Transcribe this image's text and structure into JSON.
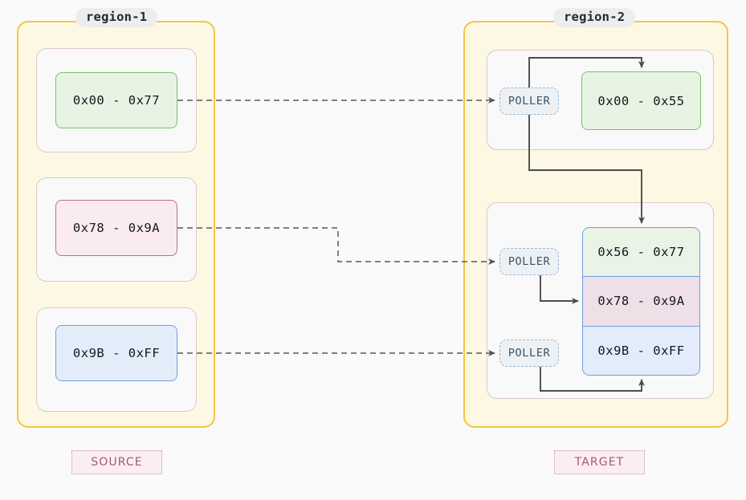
{
  "regions": [
    {
      "label": "region-1",
      "role": "source"
    },
    {
      "label": "region-2",
      "role": "target"
    }
  ],
  "source": {
    "blocks": [
      {
        "range": "0x00 - 0x77",
        "color": "green"
      },
      {
        "range": "0x78 - 0x9A",
        "color": "pink"
      },
      {
        "range": "0x9B - 0xFF",
        "color": "blue"
      }
    ]
  },
  "target": {
    "poller_label": "POLLER",
    "pollers": [
      {
        "label": "POLLER"
      },
      {
        "label": "POLLER"
      },
      {
        "label": "POLLER"
      }
    ],
    "top_block": {
      "range": "0x00 - 0x55",
      "color": "green"
    },
    "stack": [
      {
        "range": "0x56 - 0x77",
        "color": "green"
      },
      {
        "range": "0x78 - 0x9A",
        "color": "pink"
      },
      {
        "range": "0x9B - 0xFF",
        "color": "blue"
      }
    ]
  },
  "legends": {
    "source": "SOURCE",
    "target": "TARGET"
  },
  "colors": {
    "region_border": "#f2c744",
    "region_fill": "#fdf8e3",
    "card_border": "#dcc9c4",
    "green_border": "#74c464",
    "pink_border": "#bf6b8e",
    "blue_border": "#6b9fe0",
    "poller_border": "#9bb8d4",
    "legend_text": "#a8567b",
    "wire": "#4c4c4c",
    "dashed_wire": "#6e6e6e"
  }
}
